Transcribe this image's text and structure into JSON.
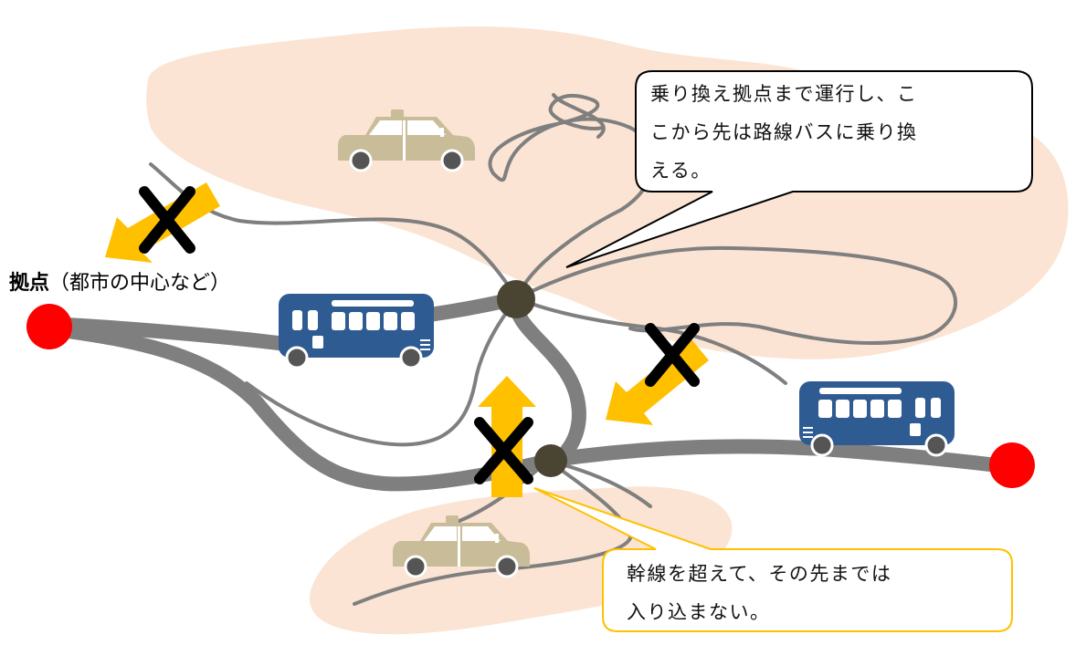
{
  "hub_label": {
    "bold": "拠点",
    "rest": "（都市の中心など）"
  },
  "callouts": [
    {
      "line1": "乗り換え拠点まで運行し、こ",
      "line2": "こから先は路線バスに乗り換",
      "line3": "える。"
    },
    {
      "line1": "幹線を超えて、その先までは",
      "line2": "入り込まない。"
    }
  ],
  "colors": {
    "region": "#fbe4d3",
    "trunk_road": "#7f7f7f",
    "branch_road": "#7f7f7f",
    "terminal": "#ff0000",
    "transfer_node": "#4a4433",
    "bus": "#2f5b93",
    "taxi": "#c9bd99",
    "arrow": "#ffc000",
    "cross": "#000000",
    "callout_1_border": "#000000",
    "callout_2_border": "#ffc000"
  },
  "icons": [
    "bus-icon",
    "taxi-icon",
    "arrow-icon",
    "x-mark-icon",
    "terminal-dot",
    "transfer-node"
  ]
}
